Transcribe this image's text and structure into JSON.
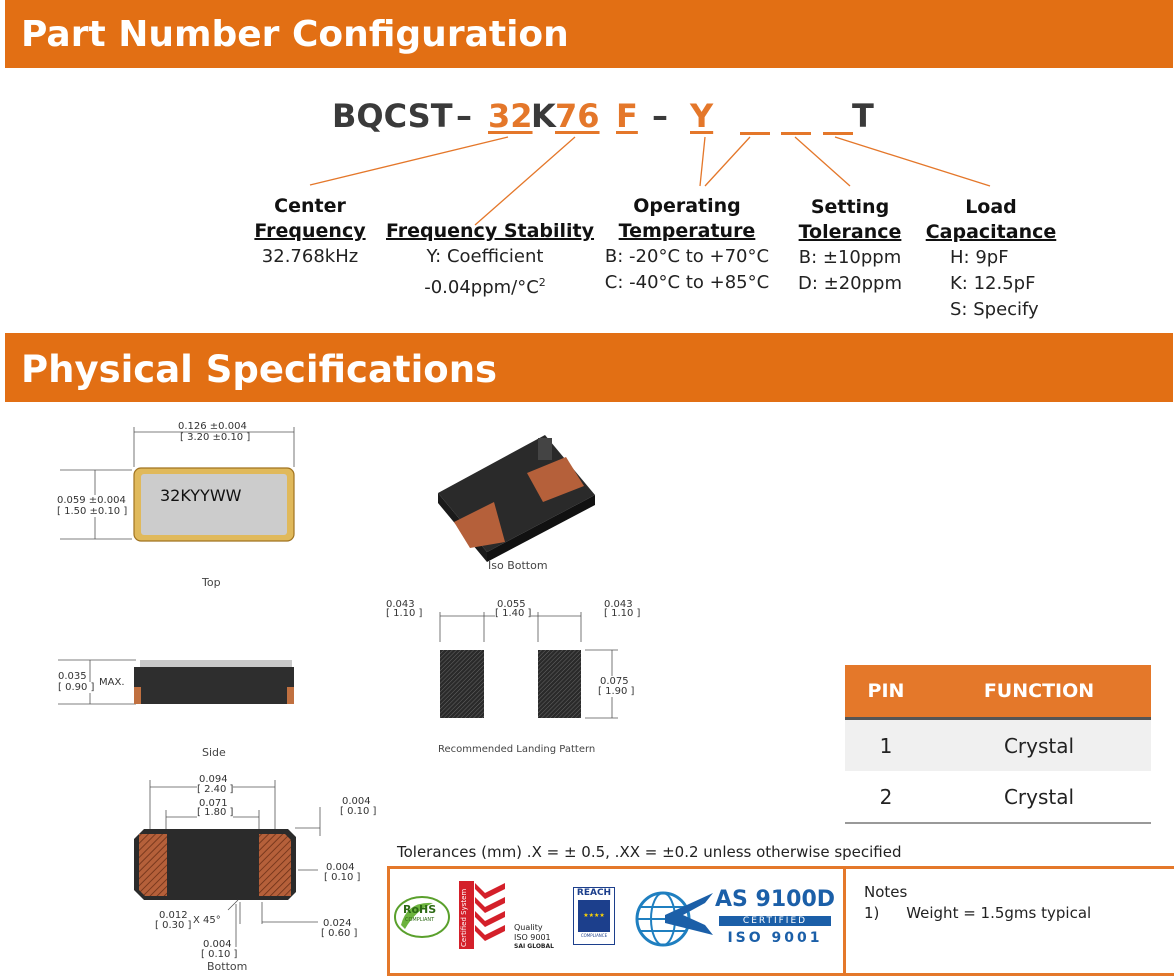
{
  "sections": {
    "part_number_title": "Part Number Configuration",
    "physical_title": "Physical Specifications"
  },
  "part_number": {
    "prefix": "BQCST",
    "dash1": "–",
    "seg_32": "32",
    "seg_k": "K",
    "seg_76": "76",
    "seg_f": "F",
    "dash2": "–",
    "seg_y": "Y",
    "suffix": "T"
  },
  "config": {
    "center_frequency": {
      "title1": "Center",
      "title2": "Frequency",
      "value1": "32.768kHz"
    },
    "frequency_stability": {
      "title": "Frequency Stability",
      "value1": "Y: Coefficient",
      "value2": "-0.04ppm/°C",
      "value2_sup": "2"
    },
    "operating_temperature": {
      "title1": "Operating",
      "title2": "Temperature",
      "value1": "B: -20°C to +70°C",
      "value2": "C: -40°C to +85°C"
    },
    "setting_tolerance": {
      "title1": "Setting",
      "title2": "Tolerance",
      "value1": "B: ±10ppm",
      "value2": "D: ±20ppm"
    },
    "load_capacitance": {
      "title1": "Load",
      "title2": "Capacitance",
      "value1": "H:  9pF",
      "value2": "K:  12.5pF",
      "value3": "S:  Specify"
    }
  },
  "drawings": {
    "top": {
      "marking": "32KYYWW",
      "width_in": "0.126 ±0.004",
      "width_mm": "[ 3.20 ±0.10 ]",
      "height_in": "0.059 ±0.004",
      "height_mm": "[ 1.50 ±0.10 ]",
      "caption": "Top"
    },
    "side": {
      "dim_in": "0.035",
      "dim_mm": "[ 0.90 ]",
      "max": "MAX.",
      "caption": "Side"
    },
    "bottom": {
      "d1_in": "0.094",
      "d1_mm": "[ 2.40 ]",
      "d2_in": "0.071",
      "d2_mm": "[ 1.80 ]",
      "d3_in": "0.004",
      "d3_mm": "[ 0.10 ]",
      "d4_in": "0.004",
      "d4_mm": "[ 0.10 ]",
      "chamfer_in": "0.012",
      "chamfer_mm": "[ 0.30 ]",
      "chamfer_angle": "X 45°",
      "d5_in": "0.024",
      "d5_mm": "[ 0.60 ]",
      "d6_in": "0.004",
      "d6_mm": "[ 0.10 ]",
      "caption": "Bottom"
    },
    "iso": {
      "caption": "Iso Bottom"
    },
    "landing": {
      "pad_in": "0.043",
      "pad_mm": "[ 1.10 ]",
      "gap_in": "0.055",
      "gap_mm": "[ 1.40 ]",
      "pad2_in": "0.043",
      "pad2_mm": "[ 1.10 ]",
      "height_in": "0.075",
      "height_mm": "[ 1.90 ]",
      "caption": "Recommended Landing Pattern"
    }
  },
  "pin_table": {
    "headers": [
      "PIN",
      "FUNCTION"
    ],
    "rows": [
      [
        "1",
        "Crystal"
      ],
      [
        "2",
        "Crystal"
      ]
    ]
  },
  "tolerances": "Tolerances (mm) .X = ± 0.5,  .XX = ±0.2 unless otherwise specified",
  "certifications": {
    "rohs": "RoHS",
    "rohs_sub": "COMPLIANT",
    "certified": "Certified System",
    "quality": "Quality",
    "iso_label": "ISO 9001",
    "sai": "SAI GLOBAL",
    "reach": "REACH",
    "reach_sub": "COMPLIANCE",
    "as_title": "AS 9100D",
    "as_certified": "CERTIFIED",
    "as_iso": "ISO 9001"
  },
  "notes": {
    "title": "Notes",
    "item_num": "1)",
    "item_text": "Weight = 1.5gms typical"
  },
  "colors": {
    "accent": "#e26f14",
    "pad": "#b5603a"
  }
}
